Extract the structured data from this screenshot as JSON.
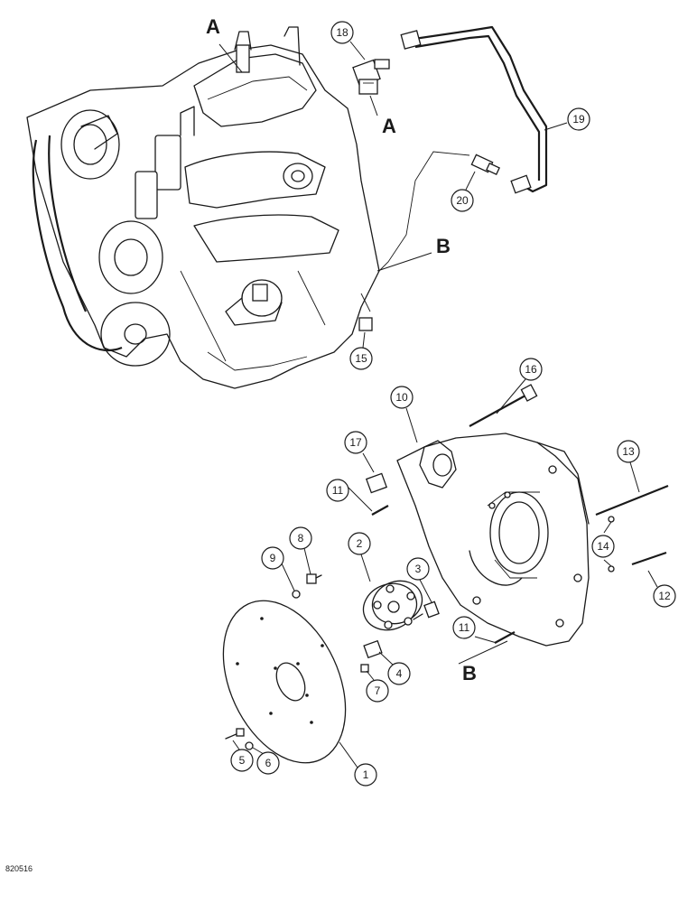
{
  "figure_id": "820516",
  "ref_letters": {
    "a_engine": "A",
    "a_fitting": "A",
    "b_engine": "B",
    "b_housing": "B"
  },
  "callouts": {
    "c1": "1",
    "c2": "2",
    "c3": "3",
    "c4": "4",
    "c5": "5",
    "c6": "6",
    "c7": "7",
    "c8": "8",
    "c9": "9",
    "c10": "10",
    "c11a": "11",
    "c11b": "11",
    "c12": "12",
    "c13": "13",
    "c14": "14",
    "c15": "15",
    "c16": "16",
    "c17": "17",
    "c18": "18",
    "c19": "19",
    "c20": "20"
  }
}
